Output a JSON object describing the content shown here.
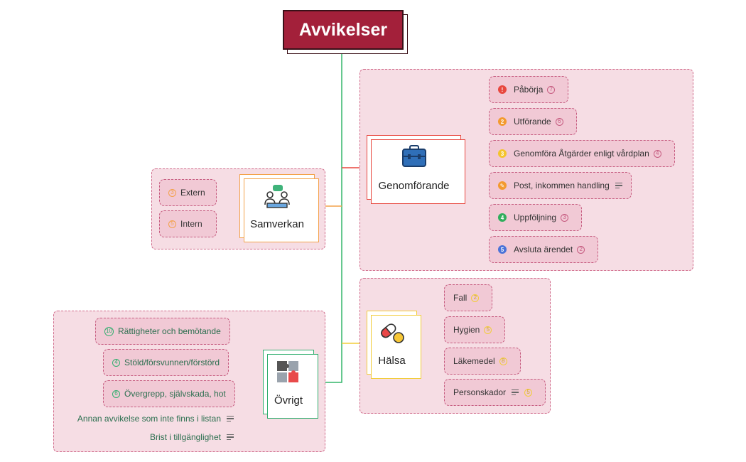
{
  "root": {
    "label": "Avvikelser"
  },
  "branches": {
    "genomforande": {
      "label": "Genomförande",
      "icon": "briefcase-icon",
      "color": "#e8473e",
      "items": [
        {
          "label": "Påbörja",
          "badge": "!",
          "badge_color": "#e8473e",
          "count": "7"
        },
        {
          "label": "Utförande",
          "badge": "2",
          "badge_color": "#f39a2f",
          "count": "6"
        },
        {
          "label": "Genomföra Åtgärder enligt vårdplan",
          "badge": "3",
          "badge_color": "#f4c42c",
          "count": "4"
        },
        {
          "label": "Post, inkommen handling",
          "badge": "✎",
          "badge_color": "#f39a2f",
          "count": ""
        },
        {
          "label": "Uppföljning",
          "badge": "4",
          "badge_color": "#2fae5c",
          "count": "3"
        },
        {
          "label": "Avsluta ärendet",
          "badge": "5",
          "badge_color": "#4b73d8",
          "count": "2"
        }
      ]
    },
    "samverkan": {
      "label": "Samverkan",
      "icon": "meeting-icon",
      "color": "#f3a24a",
      "items": [
        {
          "label": "Extern",
          "count": "3"
        },
        {
          "label": "Intern",
          "count": "5"
        }
      ]
    },
    "halsa": {
      "label": "Hälsa",
      "icon": "pills-icon",
      "color": "#f2cd3a",
      "items": [
        {
          "label": "Fall",
          "count": "2"
        },
        {
          "label": "Hygien",
          "count": "5"
        },
        {
          "label": "Läkemedel",
          "count": "8"
        },
        {
          "label": "Personskador",
          "count": "5"
        }
      ]
    },
    "ovrigt": {
      "label": "Övrigt",
      "icon": "puzzle-icon",
      "color": "#2fae6e",
      "items": [
        {
          "label": "Rättigheter och bemötande",
          "count": "10"
        },
        {
          "label": "Stöld/försvunnen/förstörd",
          "count": "4"
        },
        {
          "label": "Övergrepp, självskada, hot",
          "count": "6"
        },
        {
          "label": "Annan avvikelse som inte finns i listan",
          "count": ""
        },
        {
          "label": "Brist i tillgänglighet",
          "count": ""
        }
      ]
    }
  }
}
